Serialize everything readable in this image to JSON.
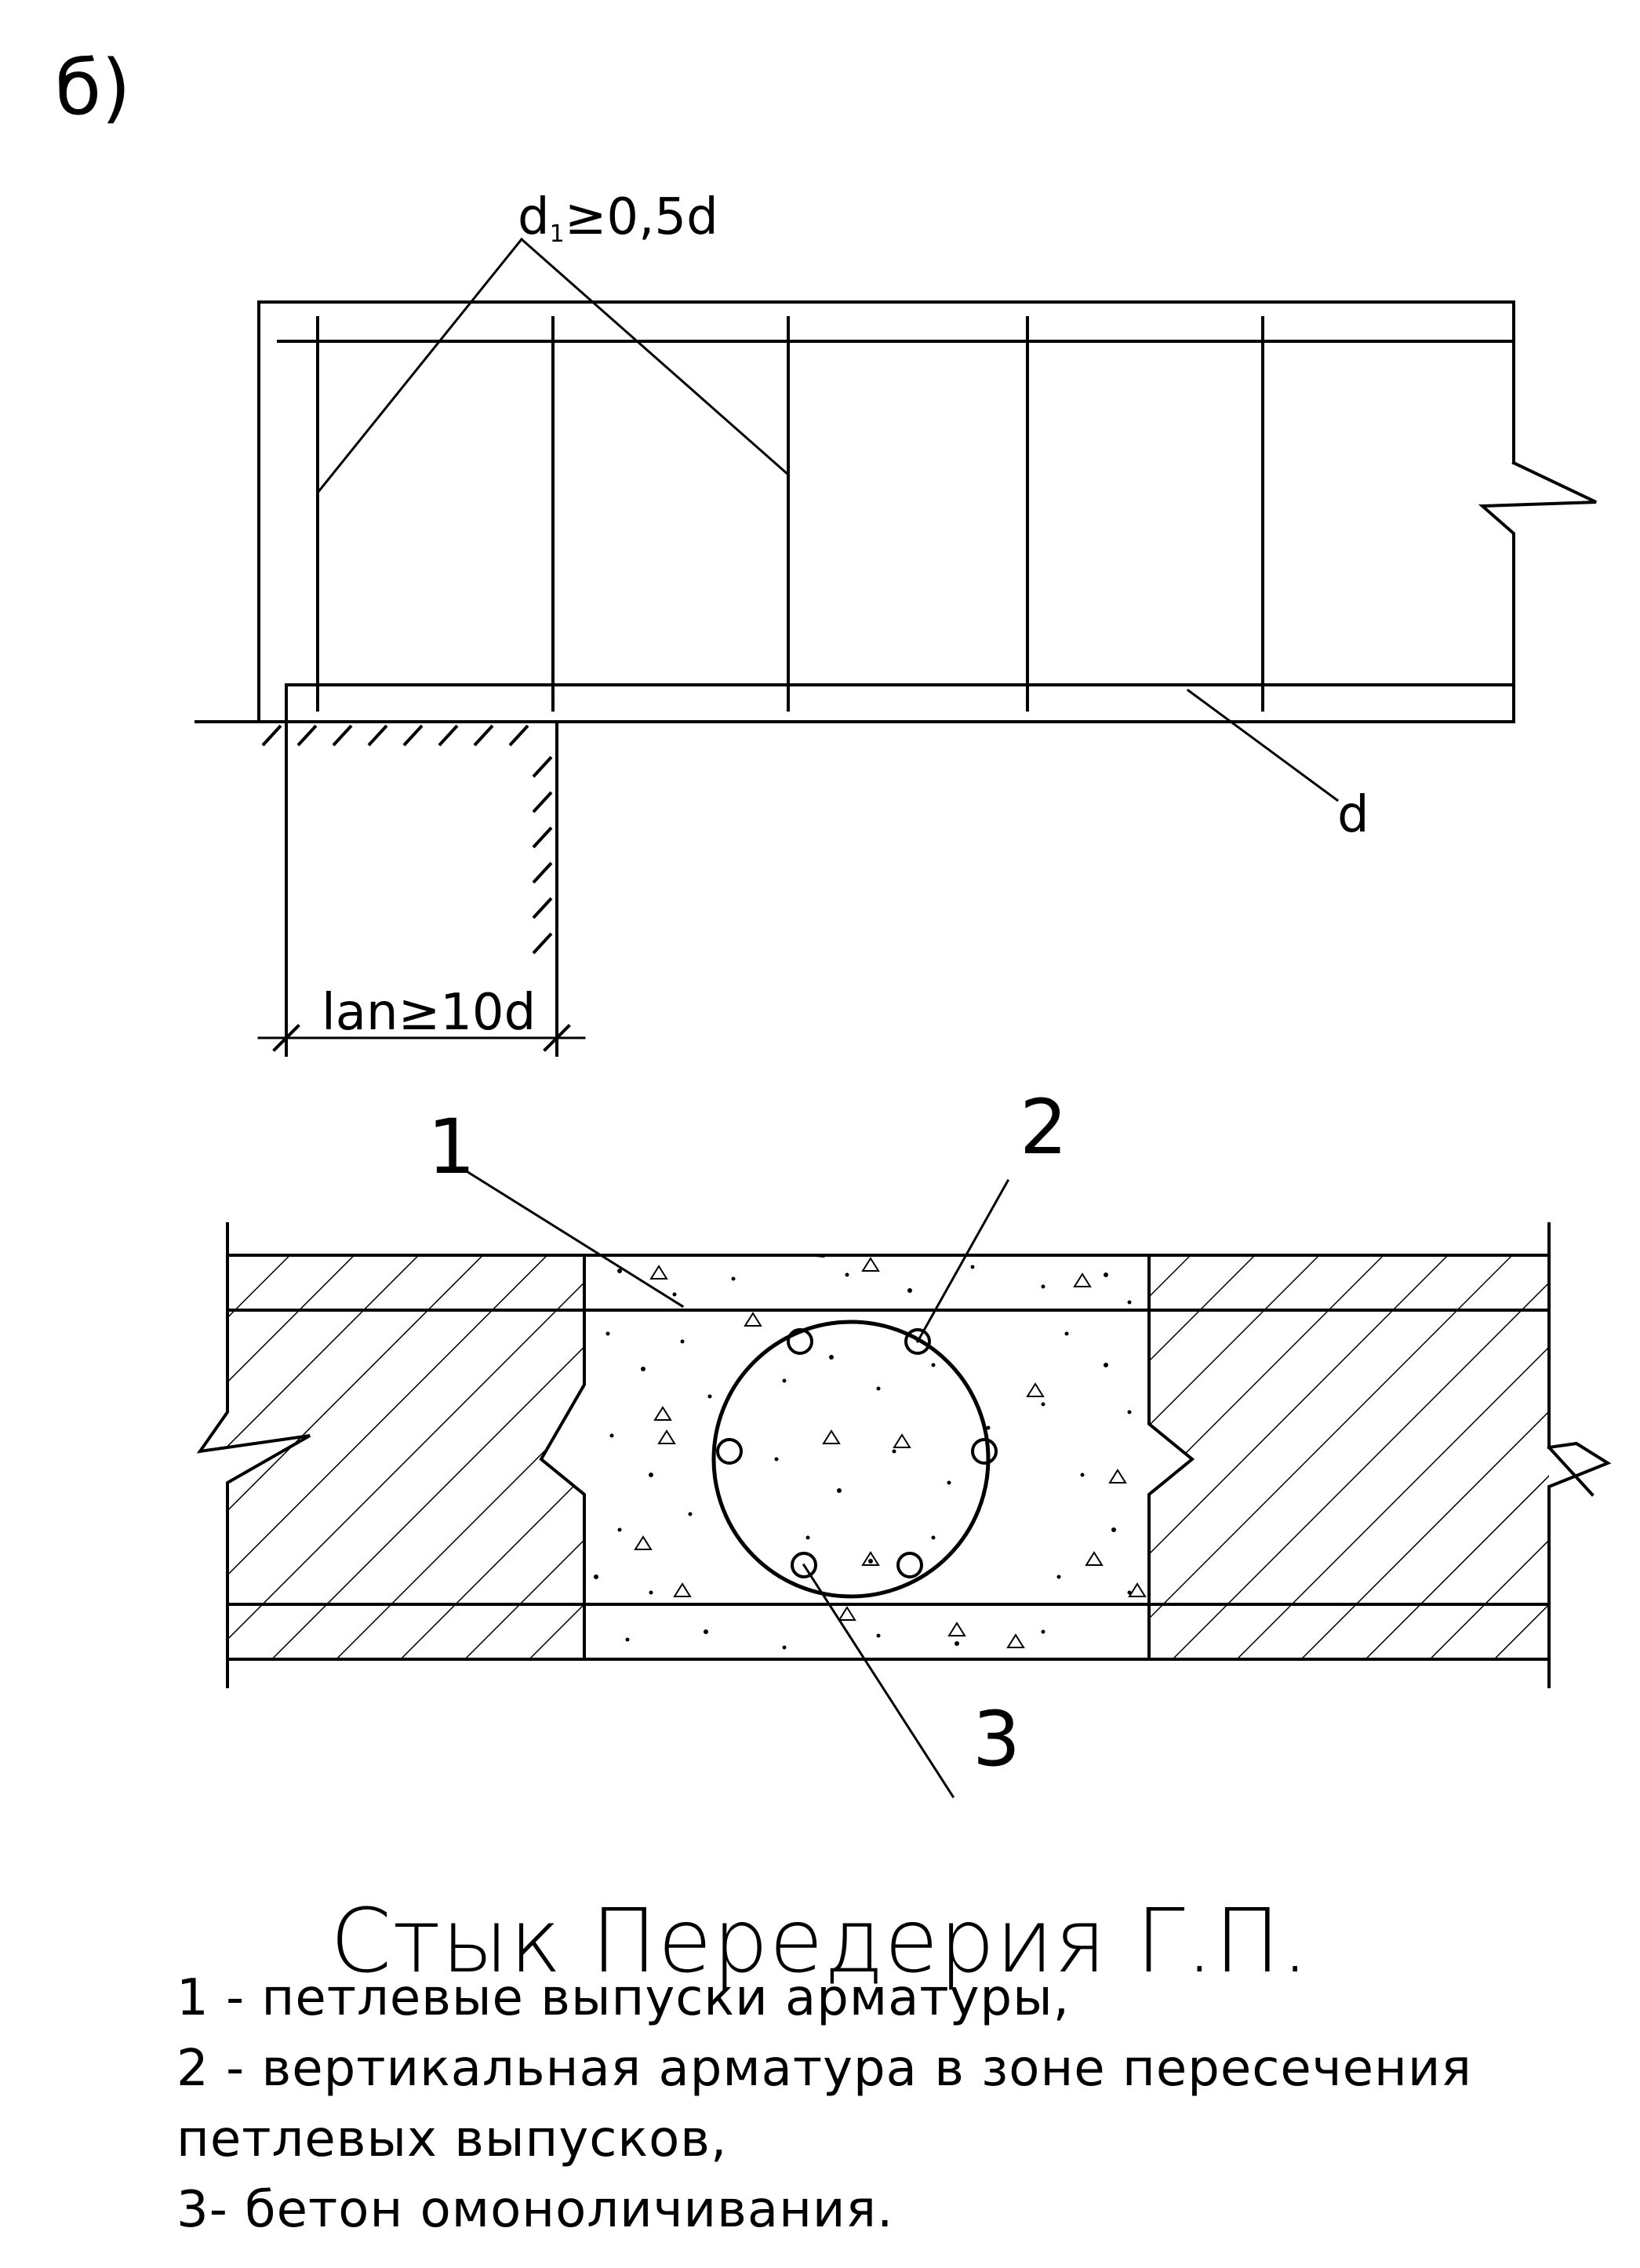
{
  "figure_label": "б)",
  "top_drawing": {
    "annotation_d1_main": "d",
    "annotation_d1_sub": "1",
    "annotation_d1_rest": "≥0,5d",
    "annotation_d": "d",
    "dimension_label": "lan≥10d"
  },
  "bottom_drawing": {
    "callout_1": "1",
    "callout_2": "2",
    "callout_3": "3"
  },
  "caption": {
    "title": "Стык Передерия Г.П.",
    "legend": [
      "1 - петлевые выпуски арматуры,",
      "2 - вертикальная арматура в зоне пересечения",
      "петлевых выпусков,",
      "3- бетон омоноличивания."
    ]
  }
}
